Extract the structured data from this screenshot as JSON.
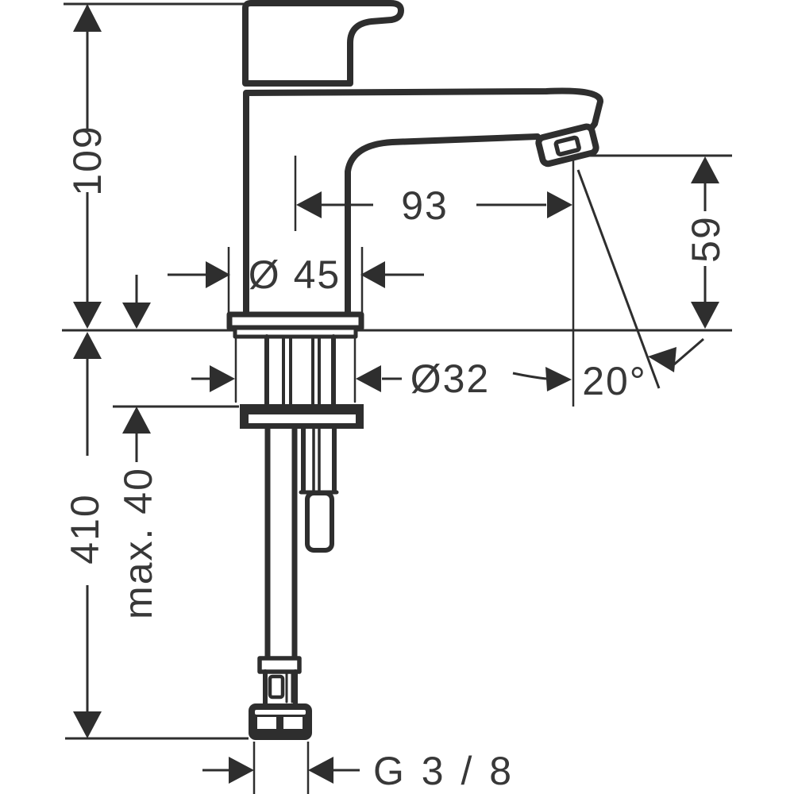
{
  "drawing": {
    "kind": "technical dimension drawing, faucet side view",
    "colors": {
      "line": "#2e2e2e",
      "text": "#383838",
      "background": "#ffffff"
    }
  },
  "dimensions": {
    "overall_height": {
      "label": "109"
    },
    "spout_reach": {
      "label": "93"
    },
    "outlet_height": {
      "label": "59"
    },
    "base_diameter": {
      "label": "Ø 45"
    },
    "shank_diameter": {
      "label": "Ø32"
    },
    "spray_angle": {
      "label": "20°"
    },
    "supply_length": {
      "label": "410"
    },
    "max_mounting_thickness": {
      "label": "max. 40"
    },
    "thread_size": {
      "label": "G 3 / 8"
    }
  }
}
